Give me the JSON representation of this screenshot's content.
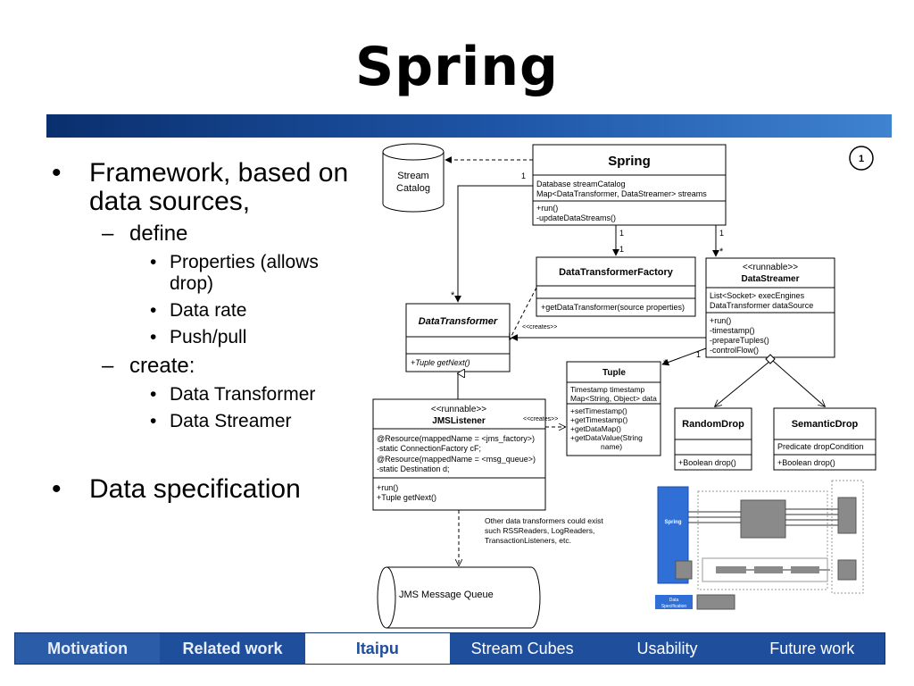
{
  "title": "Spring",
  "bullets": {
    "b1": "Framework, based on data sources,",
    "define": "define",
    "define_items": [
      "Properties (allows drop)",
      "Data rate",
      "Push/pull"
    ],
    "create": "create:",
    "create_items": [
      "Data Transformer",
      "Data Streamer"
    ],
    "b2": "Data specification"
  },
  "diagram": {
    "badge": "1",
    "stream_catalog": [
      "Stream",
      "Catalog"
    ],
    "spring": {
      "name": "Spring",
      "attrs": [
        "Database streamCatalog",
        "Map<DataTransformer, DataStreamer> streams"
      ],
      "ops": [
        "+run()",
        "-updateDataStreams()"
      ]
    },
    "factory": {
      "name": "DataTransformerFactory",
      "ops": [
        "+getDataTransformer(source properties)"
      ]
    },
    "streamer": {
      "stereotype": "<<runnable>>",
      "name": "DataStreamer",
      "attrs": [
        "List<Socket> execEngines",
        "DataTransformer dataSource"
      ],
      "ops": [
        "+run()",
        "-timestamp()",
        "-prepareTuples()",
        "-controlFlow()"
      ]
    },
    "transformer": {
      "name": "DataTransformer",
      "ops": [
        "+Tuple getNext()"
      ]
    },
    "tuple": {
      "name": "Tuple",
      "attrs": [
        "Timestamp timestamp",
        "Map<String, Object> data"
      ],
      "ops": [
        "+setTimestamp()",
        "+getTimestamp()",
        "+getDataMap()",
        "+getDataValue(String",
        "name)"
      ]
    },
    "jms": {
      "stereotype": "<<runnable>>",
      "name": "JMSListener",
      "attrs": [
        "@Resource(mappedName = <jms_factory>)",
        "-static ConnectionFactory cF;",
        "@Resource(mappedName = <msg_queue>)",
        "-static Destination d;"
      ],
      "ops": [
        "+run()",
        "+Tuple getNext()"
      ]
    },
    "random_drop": {
      "name": "RandomDrop",
      "ops": [
        "+Boolean drop()"
      ]
    },
    "semantic_drop": {
      "name": "SemanticDrop",
      "attrs": [
        "Predicate dropCondition"
      ],
      "ops": [
        "+Boolean drop()"
      ]
    },
    "creates": "<<creates>>",
    "mult": {
      "one": "1",
      "star": "*"
    },
    "note": [
      "Other data transformers could exist",
      "such RSSReaders, LogReaders,",
      "TransactionListeners, etc."
    ],
    "queue": "JMS Message Queue",
    "mini_spring": "Spring",
    "mini_spec": [
      "Data",
      "Specification"
    ]
  },
  "nav": [
    "Motivation",
    "Related work",
    "Itaipu",
    "Stream Cubes",
    "Usability",
    "Future work"
  ],
  "colors": {
    "nav_bg": "#1f4e9c",
    "title_bar": "#1f56a8",
    "mini_blue": "#2f6fd6"
  }
}
